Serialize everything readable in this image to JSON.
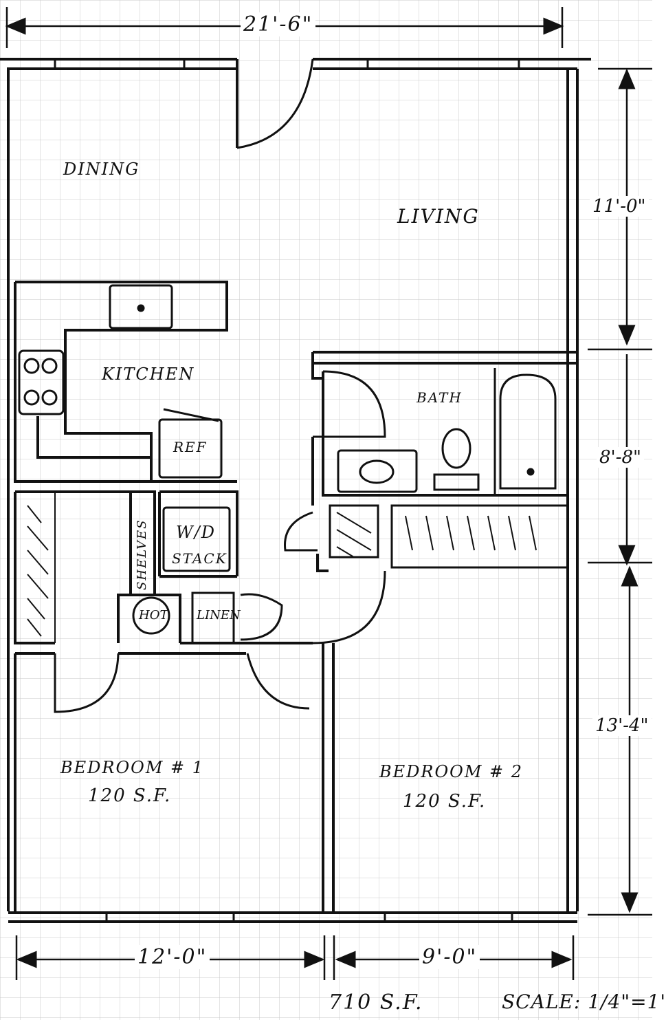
{
  "rooms": {
    "dining": "DINING",
    "living": "LIVING",
    "kitchen": "KITCHEN",
    "bath": "BATH",
    "bedroom1": "BEDROOM # 1",
    "bedroom1_area": "120 S.F.",
    "bedroom2": "BEDROOM # 2",
    "bedroom2_area": "120 S.F."
  },
  "fixtures": {
    "ref": "REF",
    "wd": "W/D",
    "stack": "STACK",
    "shelves": "SHELVES",
    "hot": "HOT",
    "linen": "LINEN"
  },
  "dimensions": {
    "top": "21'-6\"",
    "right_top": "11'-0\"",
    "right_middle": "8'-8\"",
    "right_bottom": "13'-4\"",
    "bottom_left": "12'-0\"",
    "bottom_right": "9'-0\""
  },
  "footer": {
    "total_area": "710 S.F.",
    "scale": "SCALE: 1/4\"=1'"
  },
  "colors": {
    "ink": "#111111",
    "grid": "#c9c9c9",
    "paper": "#ffffff"
  }
}
